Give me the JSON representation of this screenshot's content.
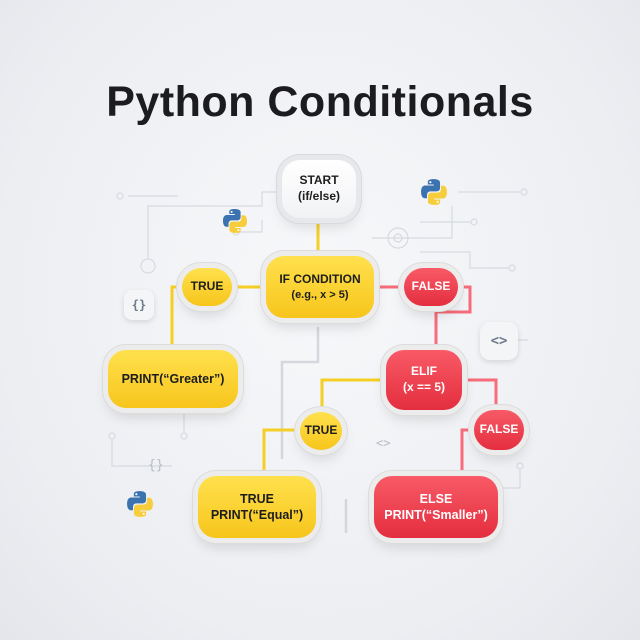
{
  "title": "Python Conditionals",
  "nodes": {
    "start": {
      "line1": "START",
      "line2": "(if/else)"
    },
    "if_condition": {
      "line1": "IF CONDITION",
      "line2": "(e.g., x > 5)"
    },
    "true_1": {
      "label": "TRUE"
    },
    "false_1": {
      "label": "FALSE"
    },
    "print_greater": {
      "label": "PRINT(“Greater”)"
    },
    "elif": {
      "line1": "ELIF",
      "line2": "(x == 5)"
    },
    "true_2": {
      "label": "TRUE"
    },
    "false_2": {
      "label": "FALSE"
    },
    "print_equal": {
      "line1": "TRUE",
      "line2": "PRINT(“Equal”)"
    },
    "print_smaller": {
      "line1": "ELSE",
      "line2": "PRINT(“Smaller”)"
    }
  },
  "decor": {
    "brace_chip": "{}",
    "angle_chip": "<>",
    "ghost_angle": "<>",
    "ghost_brace": "{}"
  },
  "colors": {
    "yellow": "#f7c51c",
    "red": "#e42e3f",
    "white": "#ffffff",
    "title": "#1c1c1e",
    "python_blue": "#3a73b0",
    "python_yellow": "#f7cd3b"
  },
  "icons": [
    "python-logo-icon",
    "curly-braces-icon",
    "angle-brackets-icon"
  ]
}
